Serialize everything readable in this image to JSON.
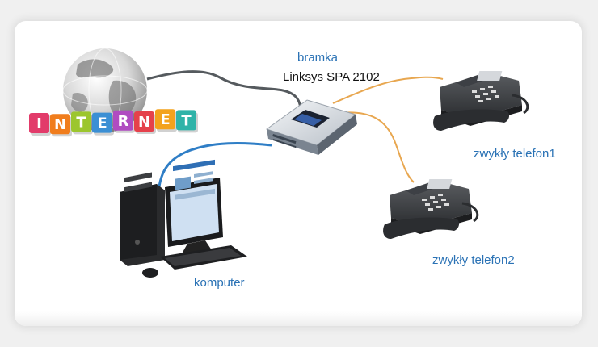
{
  "labels": {
    "gateway_title": "bramka",
    "gateway_model": "Linksys SPA 2102",
    "phone1": "zwykły telefon1",
    "phone2": "zwykły telefon2",
    "computer": "komputer"
  },
  "internet_letters": [
    "I",
    "N",
    "T",
    "E",
    "R",
    "N",
    "E",
    "T"
  ],
  "internet_colors": [
    "#e23b6a",
    "#f07d1d",
    "#9cc62e",
    "#3b8fd4",
    "#b04cc1",
    "#e5414b",
    "#f3a21c",
    "#2fb3a8"
  ],
  "colors": {
    "cable_internet": "#555a5e",
    "cable_phone": "#e8a750",
    "cable_computer": "#2f7ec6",
    "label_blue": "#2a72b5"
  }
}
